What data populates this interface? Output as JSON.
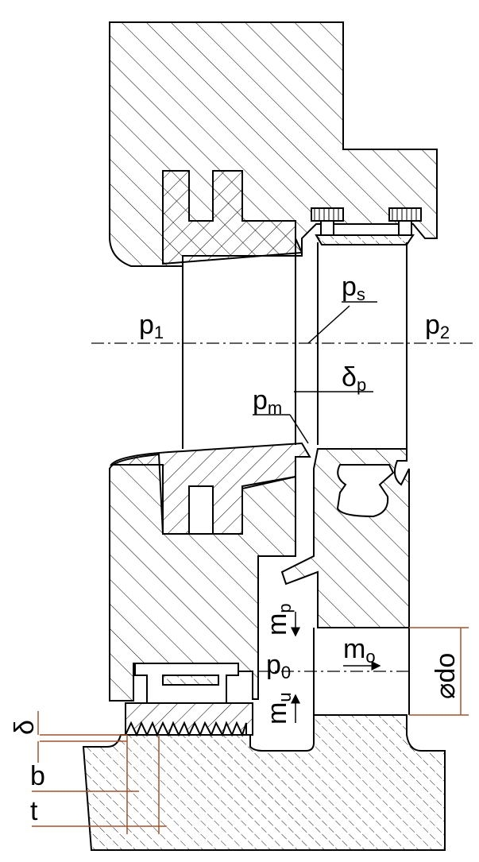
{
  "labels": {
    "p1": {
      "base": "p",
      "sub": "1"
    },
    "p2": {
      "base": "p",
      "sub": "2"
    },
    "ps": {
      "base": "p",
      "sub": "s"
    },
    "pm": {
      "base": "p",
      "sub": "m"
    },
    "p0": {
      "base": "p",
      "sub": "0"
    },
    "delta_p": {
      "base": "δ",
      "sub": "p"
    },
    "m_p": {
      "base": "m",
      "sub": "p"
    },
    "m_u": {
      "base": "m",
      "sub": "u"
    },
    "m_o": {
      "base": "m",
      "sub": "o"
    },
    "do": "⌀do",
    "delta": "δ",
    "b": "b",
    "t": "t"
  },
  "colors": {
    "ink": "#000000",
    "dimension": "#a0522d",
    "hatch": "#000000",
    "background": "#ffffff"
  }
}
